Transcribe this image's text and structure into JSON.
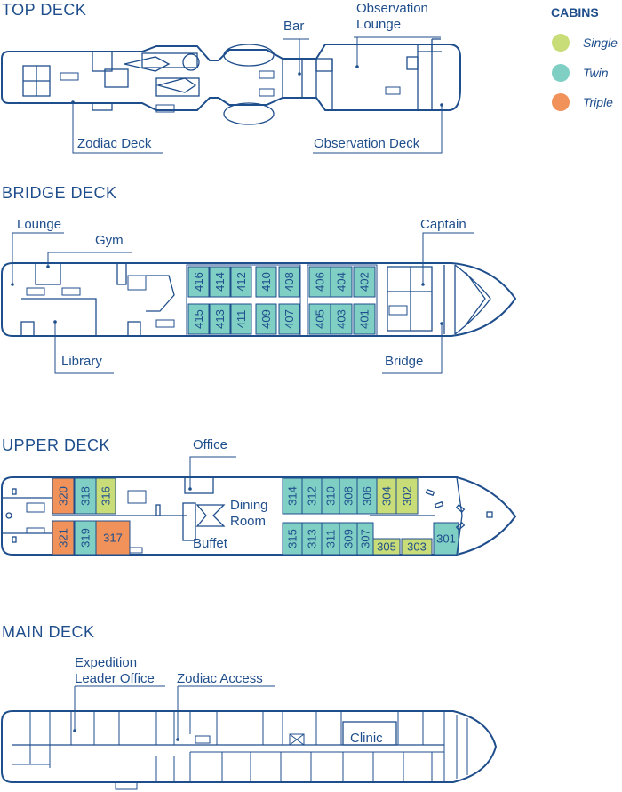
{
  "legend": {
    "title": "CABINS",
    "items": [
      {
        "label": "Single",
        "color": "#c8dc78"
      },
      {
        "label": "Twin",
        "color": "#7fcfc4"
      },
      {
        "label": "Triple",
        "color": "#f0925a"
      }
    ]
  },
  "top_deck": {
    "title": "TOP DECK",
    "labels": {
      "bar": "Bar",
      "observation_lounge_1": "Observation",
      "observation_lounge_2": "Lounge",
      "zodiac_deck": "Zodiac Deck",
      "observation_deck": "Observation Deck"
    }
  },
  "bridge_deck": {
    "title": "BRIDGE DECK",
    "labels": {
      "lounge": "Lounge",
      "gym": "Gym",
      "captain": "Captain",
      "library": "Library",
      "bridge": "Bridge"
    },
    "cabins_top": [
      "416",
      "414",
      "412",
      "410",
      "408",
      "406",
      "404",
      "402"
    ],
    "cabins_bottom": [
      "415",
      "413",
      "411",
      "409",
      "407",
      "405",
      "403",
      "401"
    ]
  },
  "upper_deck": {
    "title": "UPPER DECK",
    "labels": {
      "office": "Office",
      "dining_1": "Dining",
      "dining_2": "Room",
      "buffet": "Buffet"
    },
    "cabins": [
      {
        "num": "320",
        "type": "Triple"
      },
      {
        "num": "318",
        "type": "Twin"
      },
      {
        "num": "316",
        "type": "Single"
      },
      {
        "num": "321",
        "type": "Triple"
      },
      {
        "num": "319",
        "type": "Twin"
      },
      {
        "num": "317",
        "type": "Triple"
      },
      {
        "num": "314",
        "type": "Twin"
      },
      {
        "num": "312",
        "type": "Twin"
      },
      {
        "num": "310",
        "type": "Twin"
      },
      {
        "num": "308",
        "type": "Twin"
      },
      {
        "num": "306",
        "type": "Twin"
      },
      {
        "num": "304",
        "type": "Single"
      },
      {
        "num": "302",
        "type": "Single"
      },
      {
        "num": "315",
        "type": "Twin"
      },
      {
        "num": "313",
        "type": "Twin"
      },
      {
        "num": "311",
        "type": "Twin"
      },
      {
        "num": "309",
        "type": "Twin"
      },
      {
        "num": "307",
        "type": "Twin"
      },
      {
        "num": "305",
        "type": "Single"
      },
      {
        "num": "303",
        "type": "Single"
      },
      {
        "num": "301",
        "type": "Twin"
      }
    ]
  },
  "main_deck": {
    "title": "MAIN DECK",
    "labels": {
      "expedition_1": "Expedition",
      "expedition_2": "Leader Office",
      "zodiac_access": "Zodiac Access",
      "clinic": "Clinic"
    }
  }
}
